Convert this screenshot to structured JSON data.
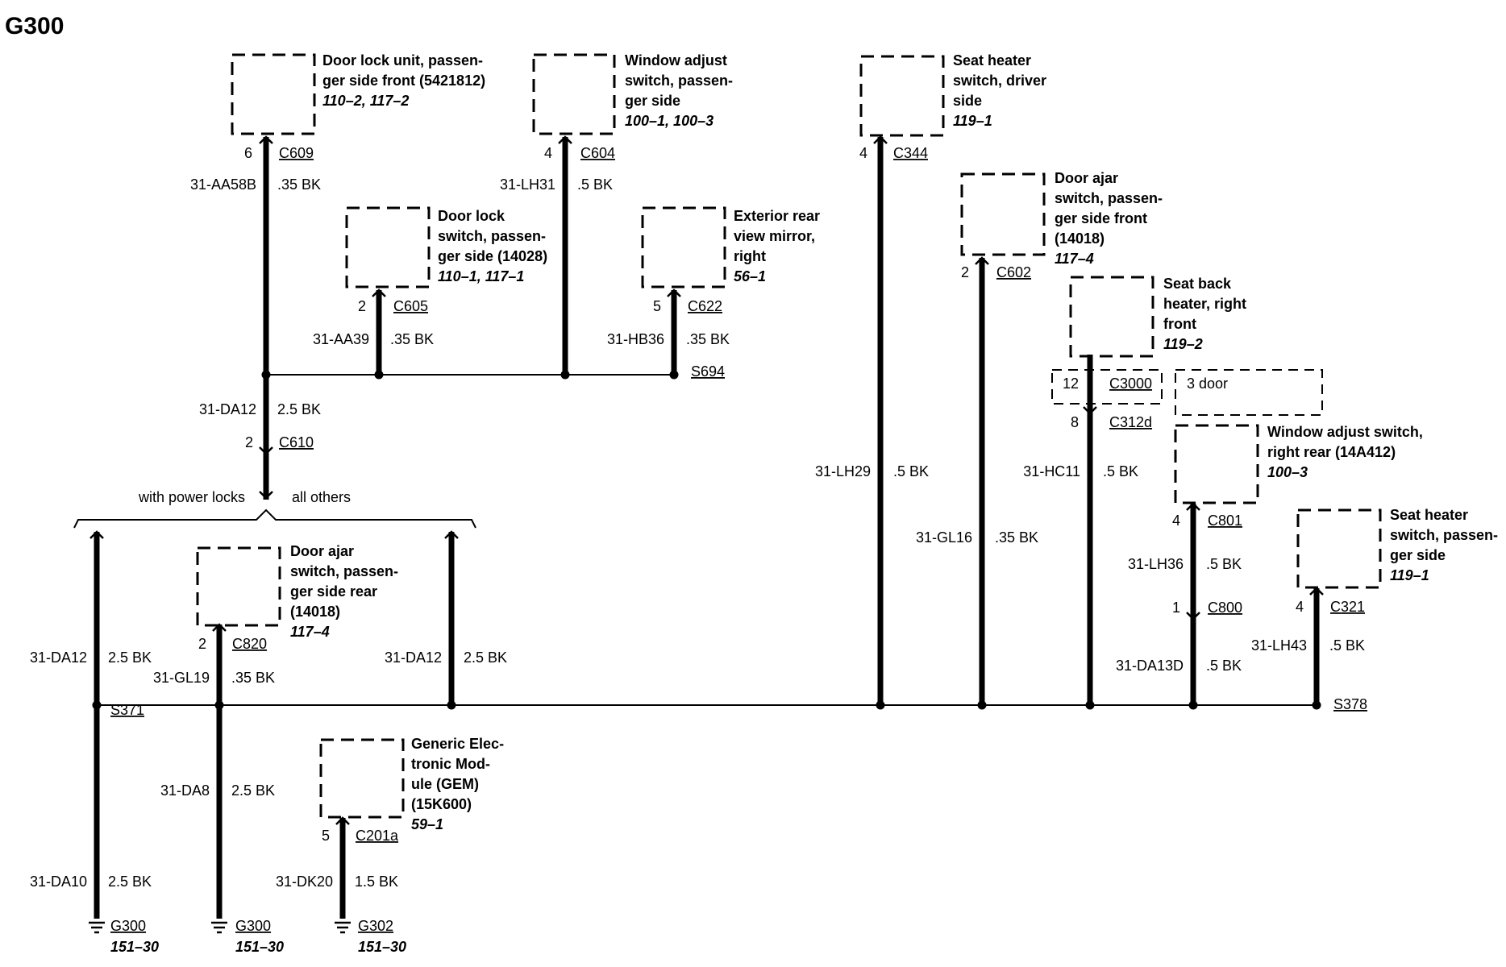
{
  "title": "G300",
  "components": {
    "door_lock_unit": {
      "l1": "Door lock unit, passen-",
      "l2": "ger side front (5421812)",
      "ref": "110–2, 117–2"
    },
    "window_adjust_switch": {
      "l1": "Window adjust",
      "l2": "switch, passen-",
      "l3": "ger side",
      "ref": "100–1, 100–3"
    },
    "seat_heater_driver": {
      "l1": "Seat heater",
      "l2": "switch, driver",
      "l3": "side",
      "ref": "119–1"
    },
    "door_lock_switch": {
      "l1": "Door lock",
      "l2": "switch, passen-",
      "l3": "ger side (14028)",
      "ref": "110–1, 117–1"
    },
    "exterior_mirror": {
      "l1": "Exterior rear",
      "l2": "view mirror,",
      "l3": "right",
      "ref": "56–1"
    },
    "door_ajar_front": {
      "l1": "Door ajar",
      "l2": "switch, passen-",
      "l3": "ger side front",
      "l4": "(14018)",
      "ref": "117–4"
    },
    "seat_back_heater": {
      "l1": "Seat back",
      "l2": "heater, right",
      "l3": "front",
      "ref": "119–2"
    },
    "window_adjust_rear": {
      "l1": "Window adjust switch,",
      "l2": "right rear (14A412)",
      "ref": "100–3"
    },
    "seat_heater_passenger": {
      "l1": "Seat heater",
      "l2": "switch, passen-",
      "l3": "ger side",
      "ref": "119–1"
    },
    "door_ajar_rear": {
      "l1": "Door ajar",
      "l2": "switch, passen-",
      "l3": "ger side rear",
      "l4": "(14018)",
      "ref": "117–4"
    },
    "gem": {
      "l1": "Generic Elec-",
      "l2": "tronic Mod-",
      "l3": "ule (GEM)",
      "l4": "(15K600)",
      "ref": "59–1"
    }
  },
  "connectors": {
    "c609": {
      "pin": "6",
      "id": "C609"
    },
    "c604": {
      "pin": "4",
      "id": "C604"
    },
    "c344": {
      "pin": "4",
      "id": "C344"
    },
    "c605": {
      "pin": "2",
      "id": "C605"
    },
    "c622": {
      "pin": "5",
      "id": "C622"
    },
    "c602": {
      "pin": "2",
      "id": "C602"
    },
    "c3000": {
      "pin": "12",
      "id": "C3000",
      "note": "3 door"
    },
    "c312d": {
      "pin": "8",
      "id": "C312d"
    },
    "c801": {
      "pin": "4",
      "id": "C801"
    },
    "c800": {
      "pin": "1",
      "id": "C800"
    },
    "c321": {
      "pin": "4",
      "id": "C321"
    },
    "c610": {
      "pin": "2",
      "id": "C610"
    },
    "c820": {
      "pin": "2",
      "id": "C820"
    },
    "c201a": {
      "pin": "5",
      "id": "C201a"
    }
  },
  "wires": {
    "aa58b": {
      "circuit": "31-AA58B",
      "gauge": ".35 BK"
    },
    "lh31": {
      "circuit": "31-LH31",
      "gauge": ".5 BK"
    },
    "aa39": {
      "circuit": "31-AA39",
      "gauge": ".35 BK"
    },
    "hb36": {
      "circuit": "31-HB36",
      "gauge": ".35 BK"
    },
    "da12_top": {
      "circuit": "31-DA12",
      "gauge": "2.5 BK"
    },
    "lh29": {
      "circuit": "31-LH29",
      "gauge": ".5 BK"
    },
    "gl16": {
      "circuit": "31-GL16",
      "gauge": ".35 BK"
    },
    "hc11": {
      "circuit": "31-HC11",
      "gauge": ".5 BK"
    },
    "lh36": {
      "circuit": "31-LH36",
      "gauge": ".5 BK"
    },
    "da13d": {
      "circuit": "31-DA13D",
      "gauge": ".5 BK"
    },
    "lh43": {
      "circuit": "31-LH43",
      "gauge": ".5 BK"
    },
    "da12_left": {
      "circuit": "31-DA12",
      "gauge": "2.5 BK"
    },
    "gl19": {
      "circuit": "31-GL19",
      "gauge": ".35 BK"
    },
    "da12_mid": {
      "circuit": "31-DA12",
      "gauge": "2.5 BK"
    },
    "da8": {
      "circuit": "31-DA8",
      "gauge": "2.5 BK"
    },
    "da10": {
      "circuit": "31-DA10",
      "gauge": "2.5 BK"
    },
    "dk20": {
      "circuit": "31-DK20",
      "gauge": "1.5 BK"
    }
  },
  "splices": {
    "s694": "S694",
    "s371": "S371",
    "s378": "S378"
  },
  "options": {
    "with_power_locks": "with power locks",
    "all_others": "all others"
  },
  "grounds": {
    "g1": {
      "id": "G300",
      "ref": "151–30"
    },
    "g2": {
      "id": "G300",
      "ref": "151–30"
    },
    "g3": {
      "id": "G302",
      "ref": "151–30"
    }
  }
}
